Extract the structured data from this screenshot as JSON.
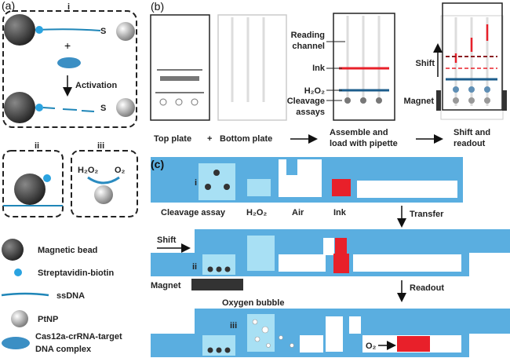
{
  "panel_a": {
    "label": "(a)",
    "box_i": {
      "label": "i",
      "thiol": "S",
      "plus": "+",
      "activation": "Activation"
    },
    "box_ii": {
      "label": "ii"
    },
    "box_iii": {
      "label": "iii",
      "reactant": "H₂O₂",
      "product": "O₂"
    },
    "legend": [
      {
        "icon": "magnetic-bead",
        "label": "Magnetic bead"
      },
      {
        "icon": "streptavidin-biotin",
        "label": "Streptavidin-biotin"
      },
      {
        "icon": "ssdna",
        "label": "ssDNA"
      },
      {
        "icon": "ptnp",
        "label": "PtNP"
      },
      {
        "icon": "cas12a-complex",
        "label_line1": "Cas12a-crRNA-target",
        "label_line2": "DNA complex"
      }
    ]
  },
  "panel_b": {
    "label": "(b)",
    "callouts": {
      "reading_1": "Reading",
      "reading_2": "channel",
      "ink": "Ink",
      "h2o2": "H₂O₂",
      "cleavage_1": "Cleavage",
      "cleavage_2": "assays",
      "shift": "Shift",
      "magnet": "Magnet"
    },
    "steps": {
      "top_plate": "Top plate",
      "plus": "+",
      "bottom_plate": "Bottom plate",
      "assemble_1": "Assemble and",
      "assemble_2": "load with pipette",
      "shift_1": "Shift and",
      "shift_2": "readout"
    }
  },
  "panel_c": {
    "label": "(c)",
    "row1": {
      "label": "i",
      "cleavage": "Cleavage assay",
      "h2o2": "H₂O₂",
      "air": "Air",
      "ink": "Ink"
    },
    "transfer": "Transfer",
    "row2": {
      "label": "ii",
      "shift": "Shift",
      "magnet": "Magnet"
    },
    "readout": "Readout",
    "row3": {
      "label": "iii",
      "bubble": "Oxygen bubble",
      "o2": "O₂"
    }
  },
  "colors": {
    "channel": "#5aaee0",
    "ink": "#e8202a",
    "h2o2": "#a8e0f4",
    "bead": "#3a3a3a",
    "dna": "#1f86b8"
  }
}
